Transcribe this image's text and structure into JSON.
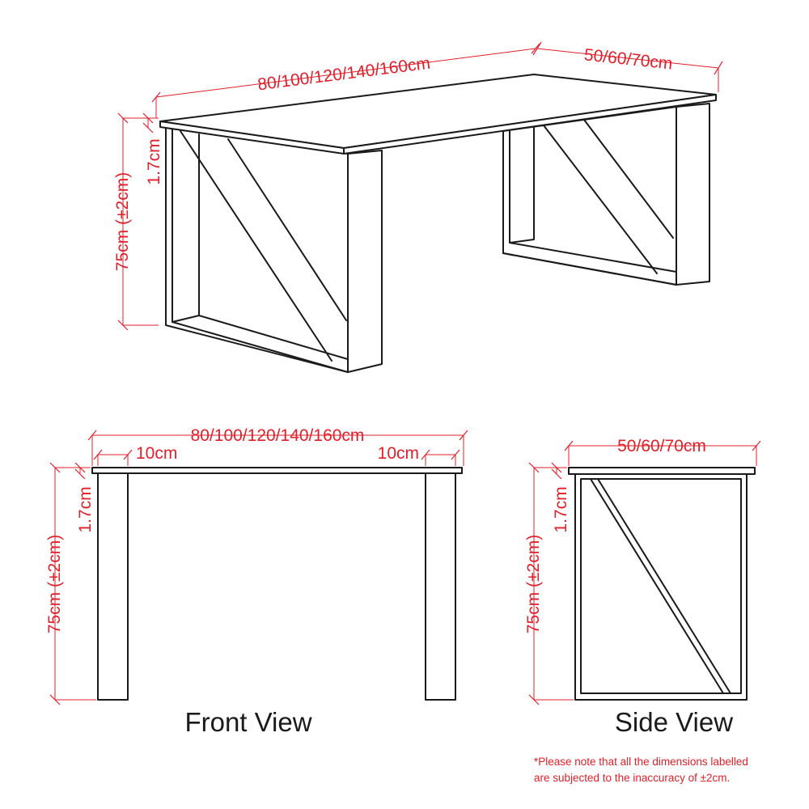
{
  "dimensions": {
    "length": "80/100/120/140/160cm",
    "width": "50/60/70cm",
    "top_thickness": "1.7cm",
    "height": "75cm (±2cm)",
    "leg_width": "10cm"
  },
  "views": {
    "front": "Front View",
    "side": "Side View"
  },
  "note": {
    "line1": "*Please note that all the dimensions labelled",
    "line2": "are subjected to the inaccuracy of ±2cm."
  },
  "colors": {
    "dimension": "#e0202a",
    "outline": "#1a1a1a"
  }
}
